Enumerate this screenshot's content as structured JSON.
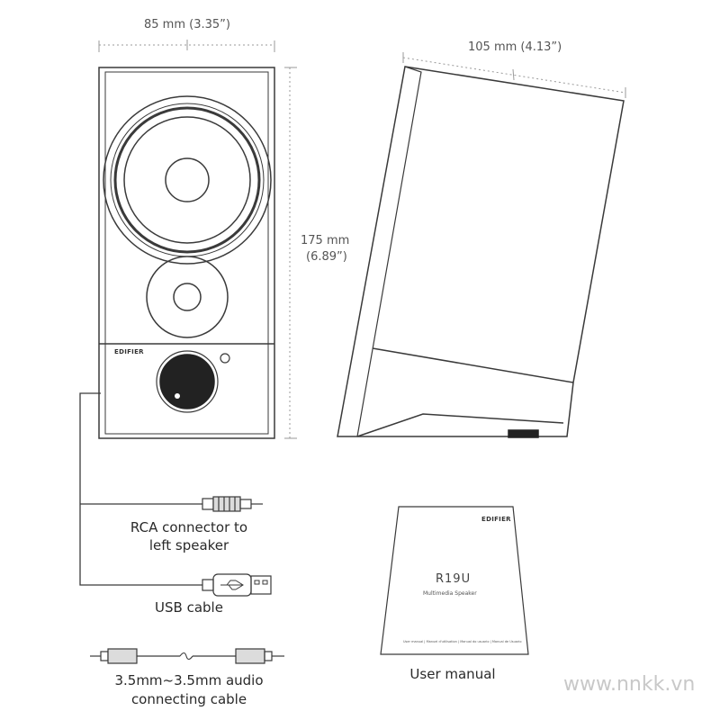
{
  "dimensions": {
    "width": "85 mm (3.35”)",
    "depth": "105 mm (4.13”)",
    "height_mm": "175 mm",
    "height_in": "(6.89”)"
  },
  "speaker": {
    "brand": "EDIFIER"
  },
  "accessories": {
    "rca_line1": "RCA connector to",
    "rca_line2": "left speaker",
    "usb": "USB cable",
    "audio_line1": "3.5mm~3.5mm audio",
    "audio_line2": "connecting cable",
    "manual": "User manual"
  },
  "manual_cover": {
    "brand": "EDIFIER",
    "model": "R19U",
    "subtitle": "Multimedia Speaker",
    "languages": "User manual | Manuel d'utilisation | Manual do usuario | Manual de Usuario"
  },
  "watermark": "www.nnkk.vn",
  "colors": {
    "line": "#3a3a3a",
    "dimension_line": "#9a9a9a",
    "watermark": "#c8c8c8"
  }
}
